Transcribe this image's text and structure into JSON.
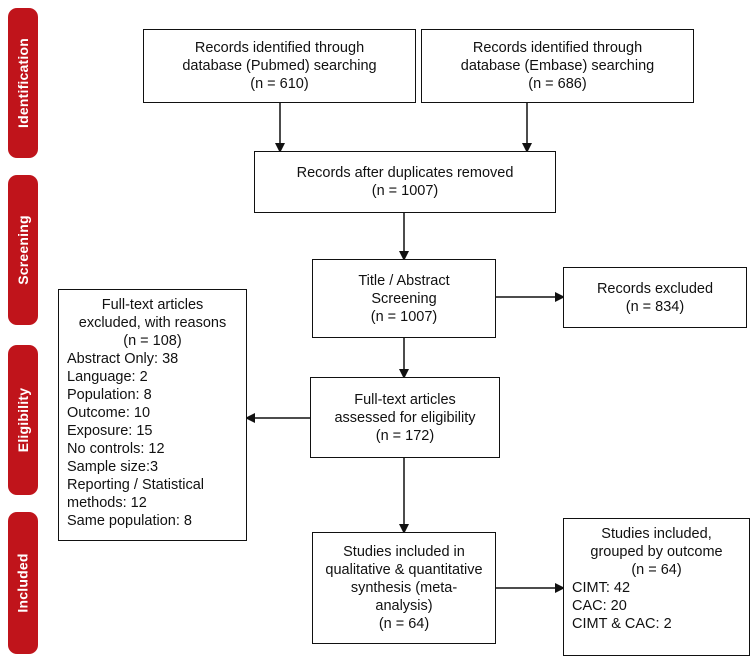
{
  "phases": [
    "Identification",
    "Screening",
    "Eligibility",
    "Included"
  ],
  "colors": {
    "phase": "#c0141b",
    "border": "#111111"
  },
  "boxes": {
    "pubmed": [
      "Records identified through",
      "database (Pubmed) searching",
      "(n = 610)"
    ],
    "embase": [
      "Records identified through",
      "database (Embase) searching",
      "(n = 686)"
    ],
    "duplicates": [
      "Records after duplicates removed",
      "(n = 1007)"
    ],
    "screening": [
      "Title / Abstract",
      "Screening",
      "(n = 1007)"
    ],
    "records_excluded": [
      "Records excluded",
      "(n = 834)"
    ],
    "eligibility": [
      "Full-text articles",
      "assessed for eligibility",
      "(n = 172)"
    ],
    "fulltext_excluded": {
      "header": [
        "Full-text articles",
        "excluded, with reasons",
        "(n = 108)"
      ],
      "reasons": [
        "Abstract Only: 38",
        "Language: 2",
        "Population: 8",
        "Outcome: 10",
        "Exposure: 15",
        "No controls: 12",
        "Sample size:3",
        "Reporting / Statistical",
        "methods: 12",
        "Same population: 8"
      ]
    },
    "included": [
      "Studies included in",
      "qualitative & quantitative",
      "synthesis (meta-",
      "analysis)",
      "(n = 64)"
    ],
    "outcome": {
      "header": [
        "Studies included,",
        "grouped by outcome",
        "(n = 64)"
      ],
      "items": [
        "CIMT: 42",
        "CAC: 20",
        "CIMT & CAC: 2"
      ]
    }
  }
}
